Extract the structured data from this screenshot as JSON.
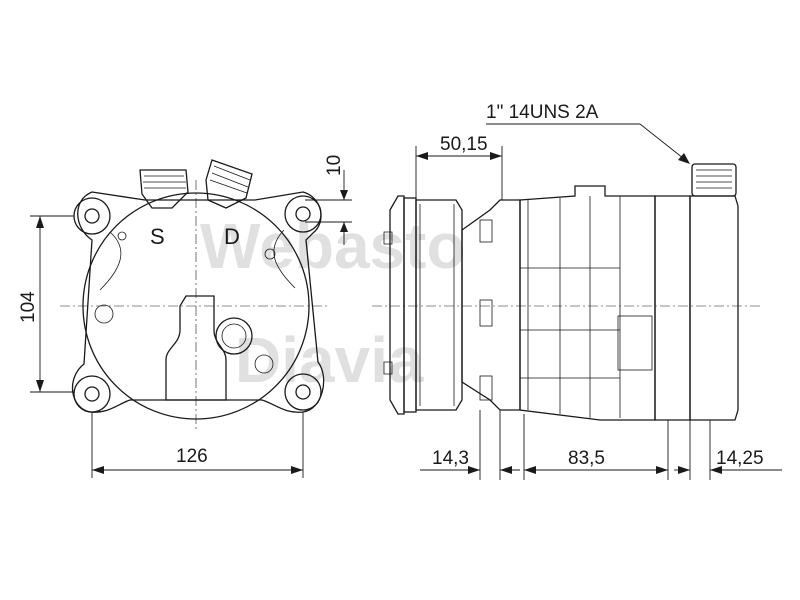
{
  "watermark": {
    "line1": "Webasto",
    "line2": "Diavia"
  },
  "front_view": {
    "port_labels": {
      "suction": "S",
      "discharge": "D"
    },
    "dimensions": {
      "height": "104",
      "width": "126",
      "offset": "10"
    }
  },
  "side_view": {
    "thread_callout": "1\"  14UNS  2A",
    "dimensions": {
      "clutch_depth": "50,15",
      "pulley_offset": "14,3",
      "body_length": "83,5",
      "rear_offset": "14,25"
    }
  }
}
